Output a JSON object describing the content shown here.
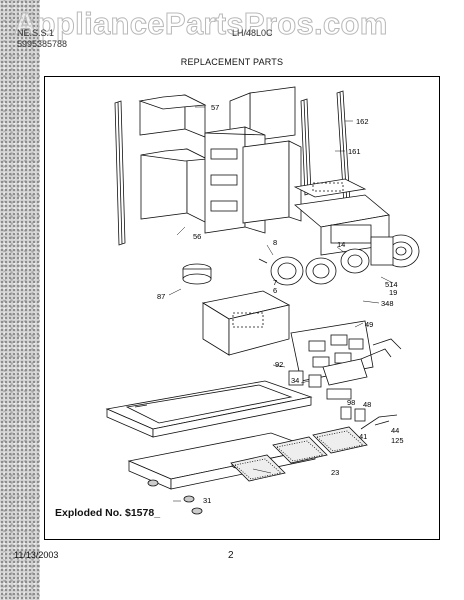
{
  "watermark": "AppliancePartsPros.com",
  "header": {
    "line1": "NE.S.S.1",
    "line2": "5995385788",
    "model": "LH/48L0C"
  },
  "section_title": "REPLACEMENT PARTS",
  "diagram": {
    "callouts": [
      "57",
      "162",
      "161",
      "56",
      "8",
      "14",
      "7",
      "6",
      "514",
      "19",
      "348",
      "87",
      "49",
      "92",
      "34",
      "98",
      "48",
      "44",
      "41",
      "125",
      "23",
      "31"
    ]
  },
  "exploded_label": "Exploded No. $1578_",
  "footer": {
    "date": "11/13/2003",
    "page": "2"
  }
}
